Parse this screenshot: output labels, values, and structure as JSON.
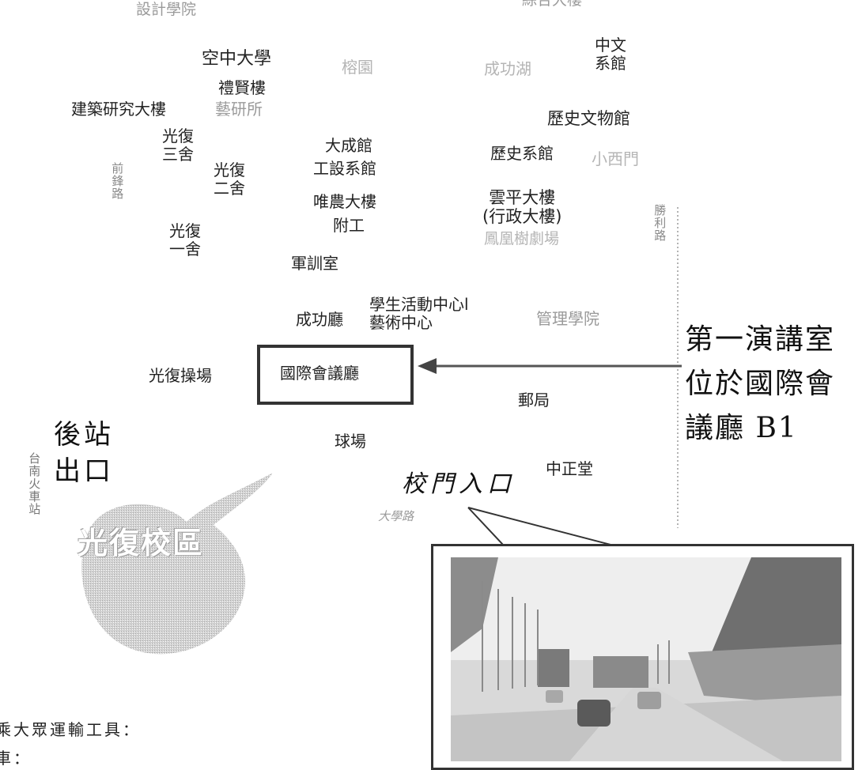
{
  "labels": {
    "design_college": "設計學院",
    "top_building": "綜合大樓",
    "open_university": "空中大學",
    "banyan_garden": "榕園",
    "chenggong_lake": "成功湖",
    "chinese_dept": "中文\n系館",
    "lixian_building": "禮賢樓",
    "arch_research_building": "建築研究大樓",
    "art_institute": "藝研所",
    "history_museum": "歷史文物館",
    "guangfu_dorm3": "光復\n三舍",
    "dacheng_hall": "大成館",
    "industrial_design": "工設系館",
    "history_dept": "歷史系館",
    "west_gate": "小西門",
    "guangfu_dorm2": "光復\n二舍",
    "weinong_building": "唯農大樓",
    "affiliated_vocational": "附工",
    "yunping_building": "雲平大樓\n(行政大樓)",
    "phoenix_theater": "鳳凰樹劇場",
    "guangfu_dorm1": "光復\n一舍",
    "military_room": "軍訓室",
    "chenggong_hall": "成功廳",
    "student_center": "學生活動中心l\n藝術中心",
    "management_college": "管理學院",
    "guangfu_field": "光復操場",
    "intl_conference_hall": "國際會議廳",
    "post_office": "郵局",
    "ball_court": "球場",
    "zhongzheng_hall": "中正堂",
    "campus_name": "光復校區"
  },
  "roads": {
    "left_road": "前鋒路",
    "right_road": "勝利路",
    "daxue_road": "大學路",
    "station": "台南火車站"
  },
  "callout": {
    "lecture_room": "第一演講室\n位於國際會\n議廳 B1",
    "back_exit": "後站\n出口",
    "main_gate": "校門入口"
  },
  "footer": {
    "line1": "乘大眾運輸工具：",
    "line2": "車："
  }
}
